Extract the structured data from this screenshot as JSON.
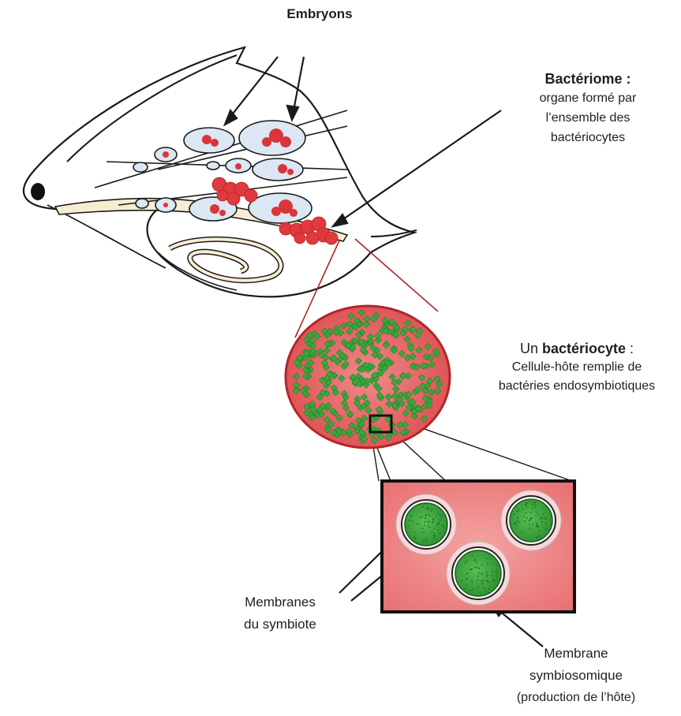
{
  "labels": {
    "embryons": "Embryons",
    "bacteriome_title": "Bactériome :",
    "bacteriome_line1": "organe formé par",
    "bacteriome_line2": "l’ensemble des",
    "bacteriome_line3": "bactériocytes",
    "bacteriocyte_prefix": "Un ",
    "bacteriocyte_title": "bactériocyte",
    "bacteriocyte_suffix": " :",
    "bacteriocyte_line1": "Cellule-hôte remplie de",
    "bacteriocyte_line2": "bactéries endosymbiotiques",
    "membranes_line1": "Membranes",
    "membranes_line2": "du symbiote",
    "membrane_line1": "Membrane",
    "membrane_line2": "symbiosomique",
    "membrane_line3": "(production de l’hôte)"
  },
  "colors": {
    "outline": "#1a1a1a",
    "bacteria_red": "#d9353a",
    "cell_fill": "#e2595c",
    "zoom_fill": "#ec7f7f",
    "symbiont_green": "#3aa83c",
    "embryo_fill": "#dbe7f2",
    "gut_fill": "#f7edd0"
  }
}
